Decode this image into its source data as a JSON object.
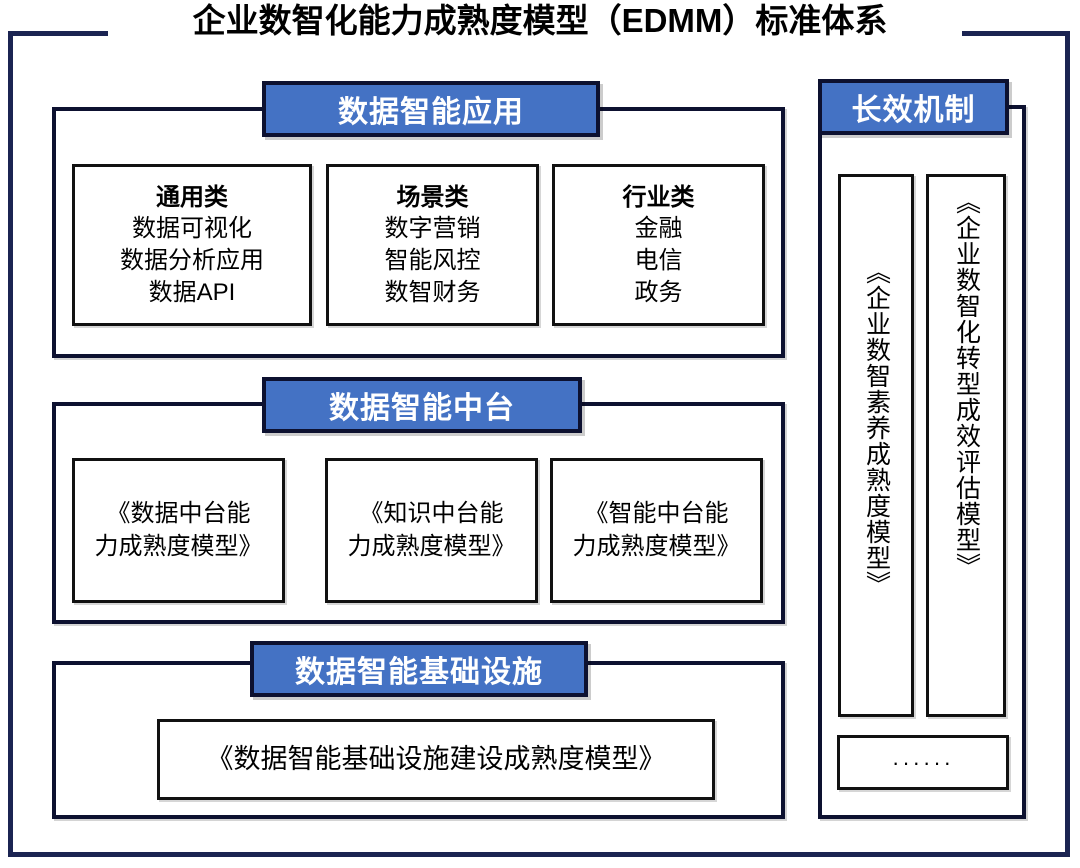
{
  "diagram": {
    "title": "企业数智化能力成熟度模型（EDMM）标准体系",
    "accent_color": "#4472C4",
    "frame_color": "#1B2452",
    "box_border_color": "#111111",
    "sections": [
      {
        "id": "application",
        "banner": "数据智能应用",
        "cards": [
          {
            "title": "通用类",
            "lines": [
              "数据可视化",
              "数据分析应用",
              "数据API"
            ]
          },
          {
            "title": "场景类",
            "lines": [
              "数字营销",
              "智能风控",
              "数智财务"
            ]
          },
          {
            "title": "行业类",
            "lines": [
              "金融",
              "电信",
              "政务"
            ]
          }
        ]
      },
      {
        "id": "midplatform",
        "banner": "数据智能中台",
        "cards": [
          {
            "line1": "《数据中台能",
            "line2": "力成熟度模型》"
          },
          {
            "line1": "《知识中台能",
            "line2": "力成熟度模型》"
          },
          {
            "line1": "《智能中台能",
            "line2": "力成熟度模型》"
          }
        ]
      },
      {
        "id": "infrastructure",
        "banner": "数据智能基础设施",
        "cards": [
          {
            "label": "《数据智能基础设施建设成熟度模型》"
          }
        ]
      }
    ],
    "mechanism": {
      "banner": "长效机制",
      "vertical_cards": [
        {
          "label": "《企业数智素养成熟度模型》"
        },
        {
          "label": "《企业数智化转型成效评估模型》"
        }
      ],
      "more": "······"
    }
  }
}
